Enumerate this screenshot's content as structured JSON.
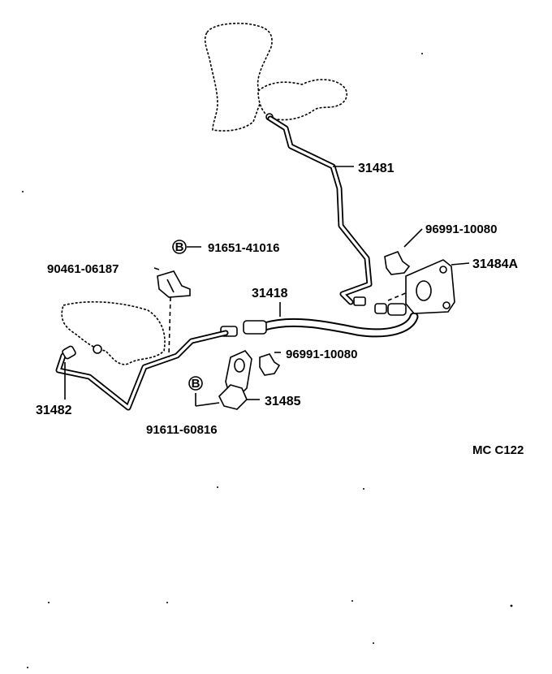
{
  "diagram": {
    "parts": {
      "pipe_upper": "31481",
      "clip_upper": "96991-10080",
      "bracket_right": "31484A",
      "bolt_upper": "91651-41016",
      "clamp": "90461-06187",
      "hose": "31418",
      "clip_lower": "96991-10080",
      "bracket_lower": "31485",
      "pipe_lower": "31482",
      "bolt_lower": "91611-60816"
    },
    "bolt_marker": "B",
    "code": "MC C122"
  }
}
